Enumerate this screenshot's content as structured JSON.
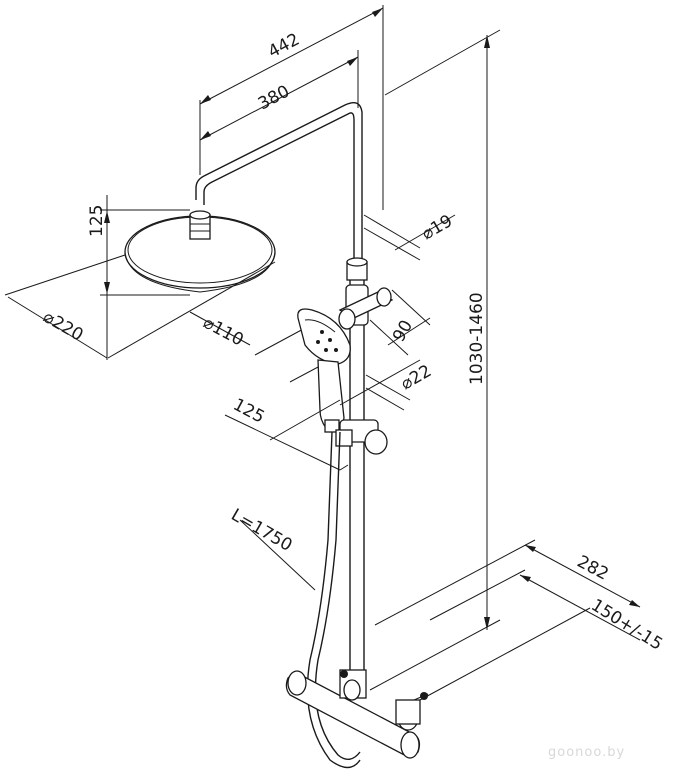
{
  "dimensions": {
    "arm_outer": "442",
    "arm_inner": "380",
    "head_height": "125",
    "head_diameter": "⌀220",
    "pipe_diameter": "⌀19",
    "hand_diameter": "⌀110",
    "holder_height": "90",
    "bar_diameter": "⌀22",
    "hand_length": "125",
    "hose_length": "L=1750",
    "total_height": "1030-1460",
    "mixer_width": "282",
    "connection_spacing": "150+/-15"
  },
  "watermark": "goonoo.by",
  "colors": {
    "line": "#1a1a1a",
    "background": "#ffffff"
  }
}
